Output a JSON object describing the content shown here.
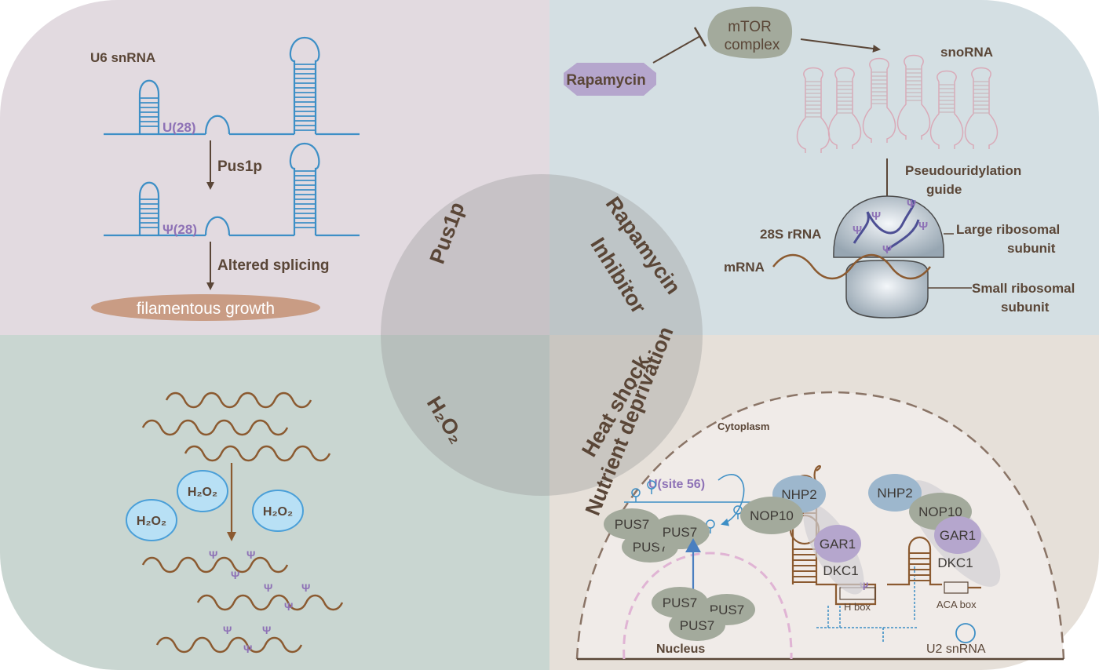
{
  "quadrants": {
    "top_left": {
      "u6_label": "U6 snRNA",
      "u28_label": "U(28)",
      "psi28_label": "Ψ(28)",
      "pus1p_label": "Pus1p",
      "splicing_label": "Altered splicing",
      "growth_label": "filamentous growth"
    },
    "top_right": {
      "mtor_line1": "mTOR",
      "mtor_line2": "complex",
      "rapamycin_label": "Rapamycin",
      "snorna_label": "snoRNA",
      "pseudo_line1": "Pseudouridylation",
      "pseudo_line2": "guide",
      "rrna_label": "28S rRNA",
      "large_line1": "Large ribosomal",
      "large_line2": "subunit",
      "mrna_label": "mRNA",
      "small_line1": "Small ribosomal",
      "small_line2": "subunit",
      "psi_symbol": "Ψ"
    },
    "bottom_left": {
      "h2o2_formula": "H₂O₂",
      "psi_symbol": "Ψ"
    },
    "bottom_right": {
      "cytoplasm_label": "Cytoplasm",
      "nucleus_label": "Nucleus",
      "usite_label": "U(site 56)",
      "pus7_label": "PUS7",
      "nhp2_label": "NHP2",
      "nop10_label": "NOP10",
      "gar1_label": "GAR1",
      "dkc1_label": "DKC1",
      "hbox_label": "H box",
      "acabox_label": "ACA box",
      "u2_label": "U2 snRNA",
      "psi_symbol": "Ψ"
    }
  },
  "center": {
    "pus1p": "Pus1p",
    "rapamycin": "Rapamycin",
    "inhibitor": "Inhibitor",
    "h2o2": "H₂O₂",
    "heat_shock": "Heat shock",
    "nutrient": "Nutrient deprivation"
  },
  "colors": {
    "q_top_left": "#e2dae0",
    "q_top_right": "#d4dfe3",
    "q_bottom_left": "#c9d6d1",
    "q_bottom_right": "#e6e0d9",
    "center_circle": "#9a9a9a",
    "rna_blue": "#3d8fc6",
    "rna_brown": "#8b5a30",
    "psi_purple": "#8e72b6",
    "text_brown": "#5a4637",
    "protein_grey": "#a3aa9c",
    "protein_blue": "#9db7cd",
    "protein_purple": "#b5a6cd",
    "h2o2_fill": "#b8e0f5",
    "growth_fill": "#c99c84"
  }
}
